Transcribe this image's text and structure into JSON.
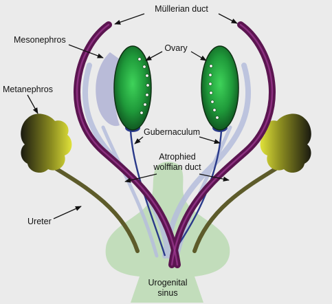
{
  "labels": {
    "mullerian_duct": "Müllerian duct",
    "mesonephros": "Mesonephros",
    "ovary": "Ovary",
    "metanephros": "Metanephros",
    "gubernaculum": "Gubernaculum",
    "atrophied_line1": "Atrophied",
    "atrophied_line2": "wolffian duct",
    "ureter": "Ureter",
    "urogenital_line1": "Urogenital",
    "urogenital_line2": "sinus"
  },
  "colors": {
    "background": "#ebebeb",
    "mullerian_duct": "#5b1550",
    "mesonephros": "#b4b6d6",
    "wolffian_duct": "#b6bedc",
    "ovary": "#1f9a3a",
    "gubernaculum": "#2a3a8a",
    "metanephros": "#b5b82a",
    "ureter": "#5d5b2a",
    "urogenital_sinus": "#bedcb6"
  }
}
